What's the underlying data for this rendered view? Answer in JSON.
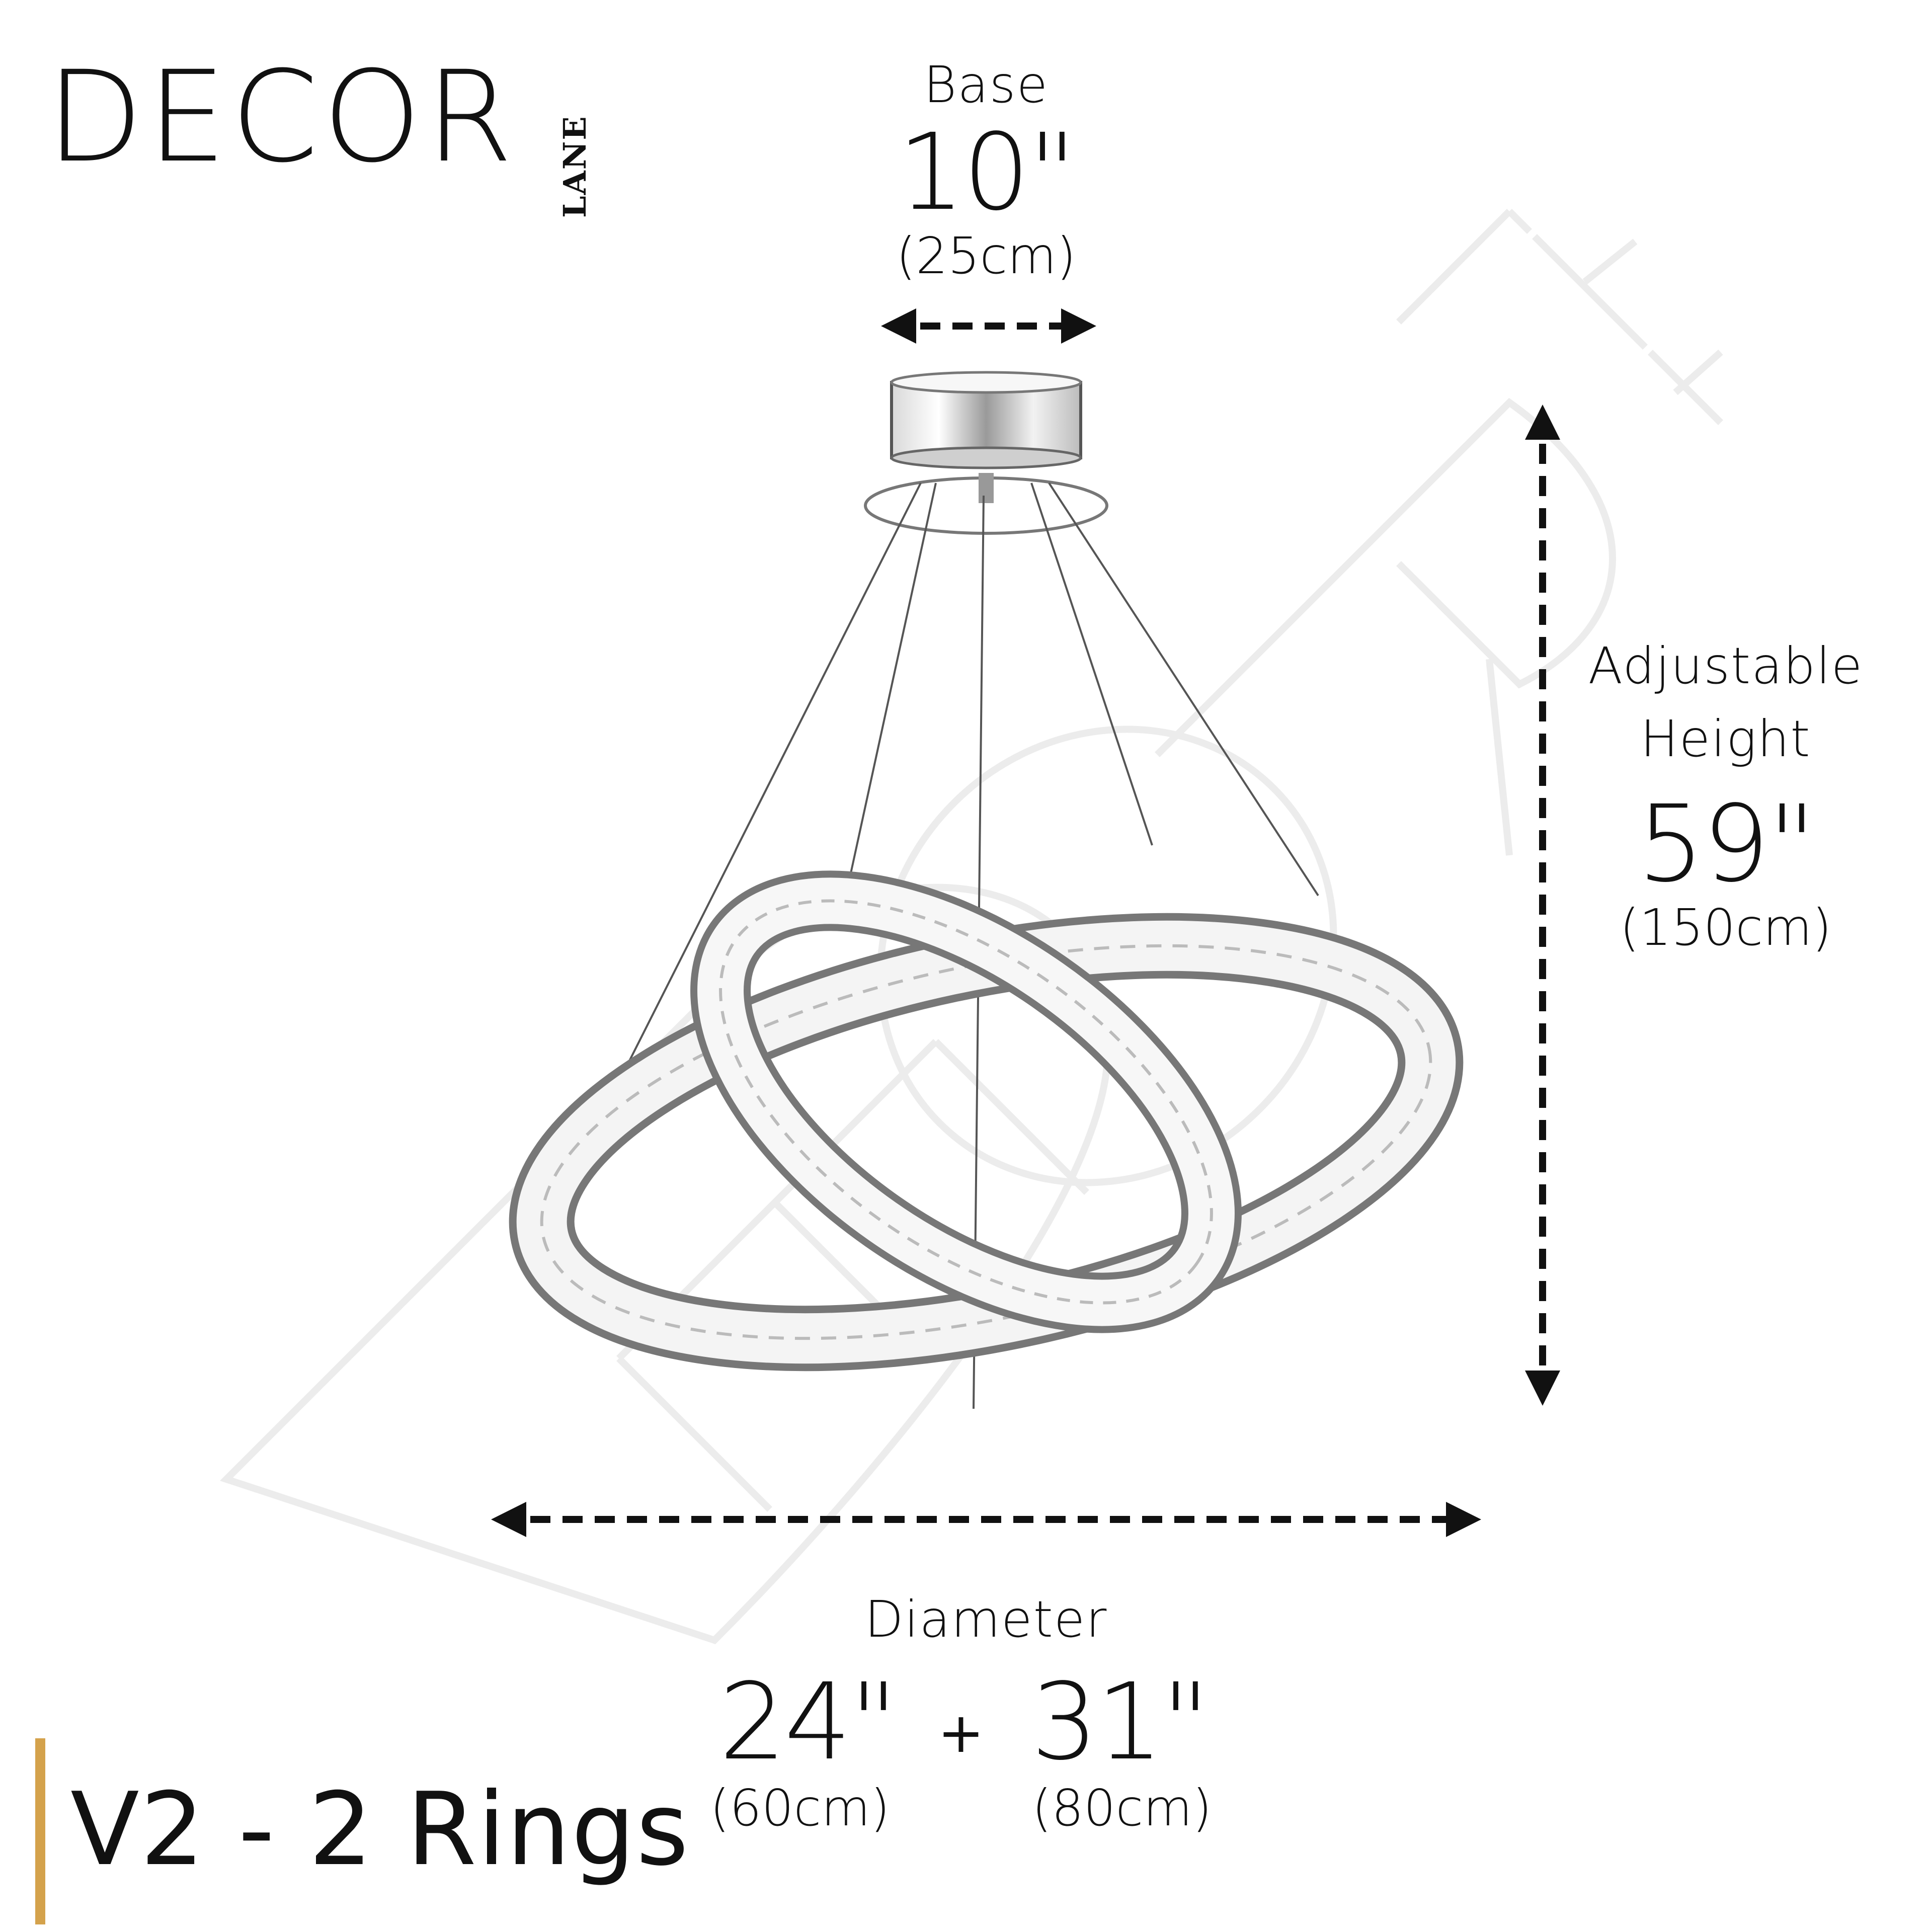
{
  "brand": {
    "logo_main": "DECOR",
    "logo_sub": "LANE"
  },
  "colors": {
    "text": "#111111",
    "accent": "#D4A24C",
    "watermark": "#ececec",
    "background": "#ffffff"
  },
  "base": {
    "label": "Base",
    "value": "10\"",
    "metric": "(25cm)"
  },
  "height": {
    "label_line1": "Adjustable",
    "label_line2": "Height",
    "value": "59\"",
    "metric": "(150cm)"
  },
  "diameter": {
    "label": "Diameter",
    "value_small": "24\"",
    "plus": "+",
    "value_large": "31\"",
    "metric_small": "(60cm)",
    "metric_large": "(80cm)"
  },
  "version": "V2 - 2 Rings",
  "icons": [
    "dimension-arrow-icon"
  ]
}
